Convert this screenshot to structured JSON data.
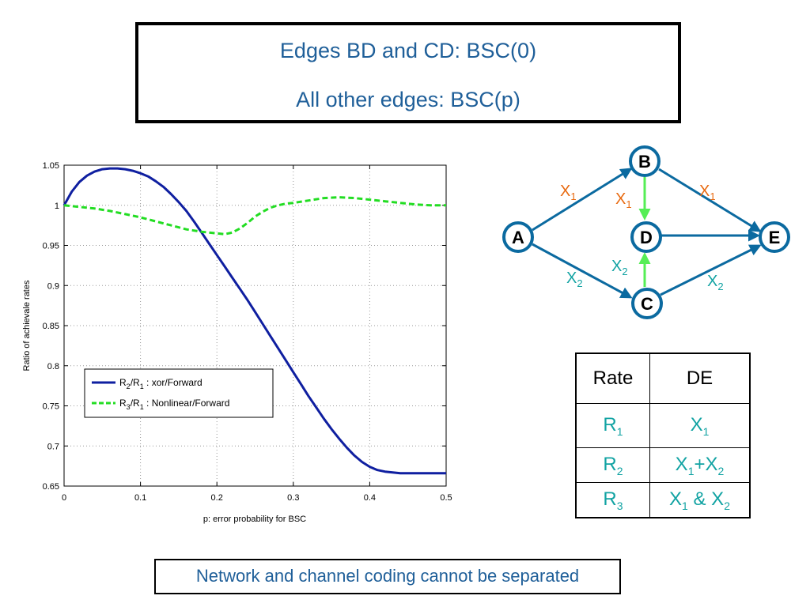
{
  "header": {
    "line1": "Edges BD and CD:  BSC(0)",
    "line2": "All other edges:  BSC(p)"
  },
  "footer": {
    "text": "Network and channel coding cannot be separated"
  },
  "chart_data": {
    "type": "line",
    "xlabel": "p: error probability for BSC",
    "ylabel": "Ratio of achievale rates",
    "xlim": [
      0,
      0.5
    ],
    "ylim": [
      0.65,
      1.05
    ],
    "xticks": [
      "0",
      "0.1",
      "0.2",
      "0.3",
      "0.4",
      "0.5"
    ],
    "yticks": [
      "0.65",
      "0.7",
      "0.75",
      "0.8",
      "0.85",
      "0.9",
      "0.95",
      "1",
      "1.05"
    ],
    "grid": true,
    "legend_position": "lower-left",
    "series": [
      {
        "name": "R2/R1 : xor/Forward",
        "legend_main": "R",
        "legend_sub1": "2",
        "legend_mid": "/R",
        "legend_sub2": "1",
        "legend_rest": " : xor/Forward",
        "color": "#0f1fa0",
        "dash": "solid",
        "x": [
          0,
          0.01,
          0.02,
          0.03,
          0.04,
          0.05,
          0.06,
          0.07,
          0.08,
          0.09,
          0.1,
          0.11,
          0.12,
          0.13,
          0.14,
          0.15,
          0.16,
          0.17,
          0.18,
          0.19,
          0.2,
          0.21,
          0.22,
          0.23,
          0.24,
          0.25,
          0.26,
          0.27,
          0.28,
          0.29,
          0.3,
          0.31,
          0.32,
          0.33,
          0.34,
          0.35,
          0.36,
          0.37,
          0.38,
          0.39,
          0.4,
          0.41,
          0.42,
          0.43,
          0.44,
          0.45,
          0.46,
          0.47,
          0.48,
          0.49,
          0.5
        ],
        "y": [
          1.0,
          1.017,
          1.029,
          1.037,
          1.042,
          1.045,
          1.046,
          1.046,
          1.045,
          1.043,
          1.04,
          1.036,
          1.03,
          1.023,
          1.014,
          1.004,
          0.993,
          0.98,
          0.966,
          0.952,
          0.938,
          0.924,
          0.91,
          0.896,
          0.882,
          0.867,
          0.852,
          0.837,
          0.822,
          0.807,
          0.792,
          0.777,
          0.762,
          0.748,
          0.734,
          0.721,
          0.709,
          0.698,
          0.688,
          0.68,
          0.674,
          0.67,
          0.668,
          0.667,
          0.666,
          0.666,
          0.666,
          0.666,
          0.666,
          0.666,
          0.666
        ]
      },
      {
        "name": "R3/R1 : Nonlinear/Forward",
        "legend_main": "R",
        "legend_sub1": "3",
        "legend_mid": "/R",
        "legend_sub2": "1",
        "legend_rest": " : Nonlinear/Forward",
        "color": "#22dd22",
        "dash": "dashed",
        "x": [
          0,
          0.02,
          0.04,
          0.06,
          0.08,
          0.1,
          0.12,
          0.14,
          0.16,
          0.18,
          0.2,
          0.21,
          0.22,
          0.23,
          0.24,
          0.25,
          0.26,
          0.27,
          0.28,
          0.29,
          0.3,
          0.32,
          0.34,
          0.36,
          0.38,
          0.4,
          0.42,
          0.44,
          0.46,
          0.48,
          0.5
        ],
        "y": [
          1.0,
          0.998,
          0.996,
          0.993,
          0.989,
          0.985,
          0.98,
          0.975,
          0.97,
          0.967,
          0.965,
          0.964,
          0.966,
          0.971,
          0.978,
          0.986,
          0.992,
          0.997,
          1.0,
          1.002,
          1.003,
          1.006,
          1.009,
          1.01,
          1.009,
          1.007,
          1.005,
          1.003,
          1.001,
          1.0,
          1.0
        ]
      }
    ]
  },
  "network": {
    "nodes": {
      "A": "A",
      "B": "B",
      "C": "C",
      "D": "D",
      "E": "E"
    },
    "edge_labels": {
      "ab_main": "X",
      "ab_sub": "1",
      "bd_main": "X",
      "bd_sub": "1",
      "be_main": "X",
      "be_sub": "1",
      "cd_main": "X",
      "cd_sub": "2",
      "ac_main": "X",
      "ac_sub": "2",
      "ce_main": "X",
      "ce_sub": "2"
    },
    "colors": {
      "node": "#0b6aa0",
      "label_x1": "#e86a10",
      "label_x2": "#12a3a3",
      "green_edge": "#55ee55"
    }
  },
  "table": {
    "header": [
      "Rate",
      "DE"
    ],
    "rows": [
      {
        "rate_main": "R",
        "rate_sub": "1",
        "de": [
          {
            "t": "X"
          },
          {
            "s": "1"
          }
        ]
      },
      {
        "rate_main": "R",
        "rate_sub": "2",
        "de": [
          {
            "t": "X"
          },
          {
            "s": "1"
          },
          {
            "t": "+X"
          },
          {
            "s": "2"
          }
        ]
      },
      {
        "rate_main": "R",
        "rate_sub": "3",
        "de": [
          {
            "t": "X"
          },
          {
            "s": "1"
          },
          {
            "t": " & X"
          },
          {
            "s": "2"
          }
        ]
      }
    ]
  }
}
